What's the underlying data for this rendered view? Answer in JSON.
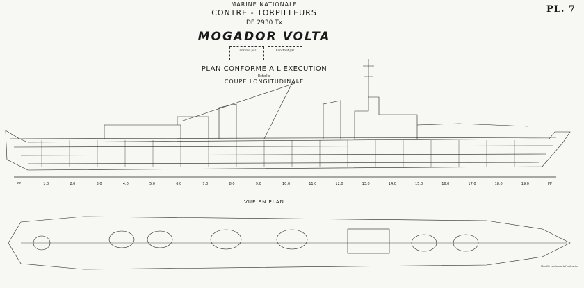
{
  "plate": "PL. 7",
  "header": {
    "line1": "MARINE NATIONALE",
    "line2": "CONTRE - TORPILLEURS",
    "line3": "DE 2930 Tx",
    "ships": "MOGADOR VOLTA",
    "plan": "PLAN CONFORME A L'EXECUTION",
    "scale_note": "Echelle",
    "section": "COUPE LONGITUDINALE"
  },
  "stamps": {
    "left": "Construit par",
    "right": "Construit par"
  },
  "frame_labels": [
    "PP",
    "1.0",
    "2.0",
    "3.0",
    "4.0",
    "5.0",
    "6.0",
    "7.0",
    "8.0",
    "9.0",
    "10.0",
    "11.0",
    "12.0",
    "13.0",
    "14.0",
    "15.0",
    "16.0",
    "17.0",
    "18.0",
    "19.0",
    "PP"
  ],
  "plan_view_label": "VUE EN PLAN",
  "footer": "Modifié conforme à l'exécution",
  "colors": {
    "ink": "#1a1a1a",
    "paper": "#f7f7f4"
  }
}
